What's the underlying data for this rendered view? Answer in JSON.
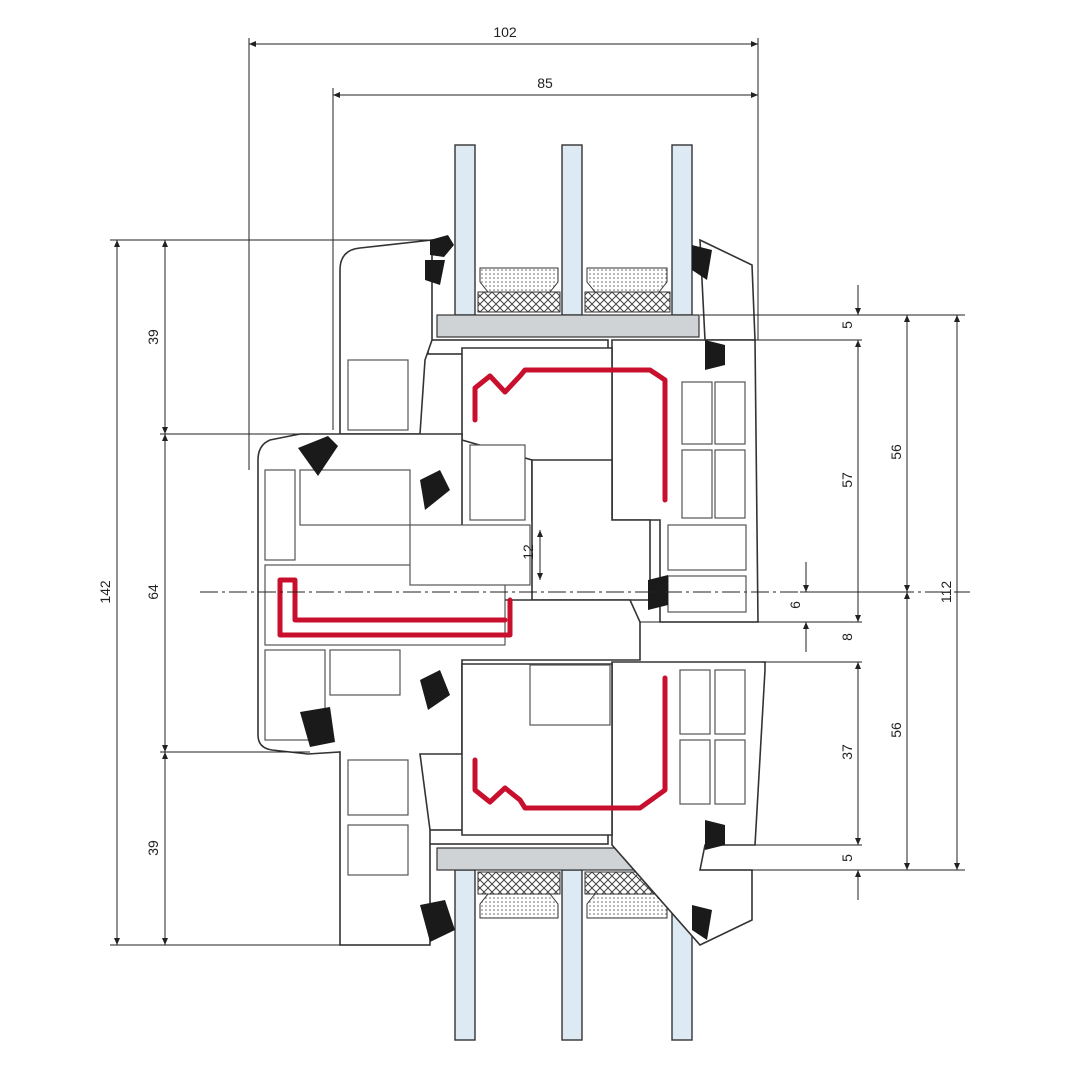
{
  "title": "Window profile cross-section",
  "dimensions": {
    "overall_depth": "102",
    "frame_depth": "85",
    "total_height": "142",
    "left_top": "39",
    "left_middle": "64",
    "left_bottom": "39",
    "inner_gap": "12",
    "right_top_5": "5",
    "right_57": "57",
    "right_56_top": "56",
    "right_112": "112",
    "right_6": "6",
    "right_8": "8",
    "right_37": "37",
    "right_56_bottom": "56",
    "right_bottom_5": "5"
  },
  "colors": {
    "reinforcement": "#c8102e",
    "glass": "#dde9f3",
    "gasket": "#1a1a1a"
  }
}
